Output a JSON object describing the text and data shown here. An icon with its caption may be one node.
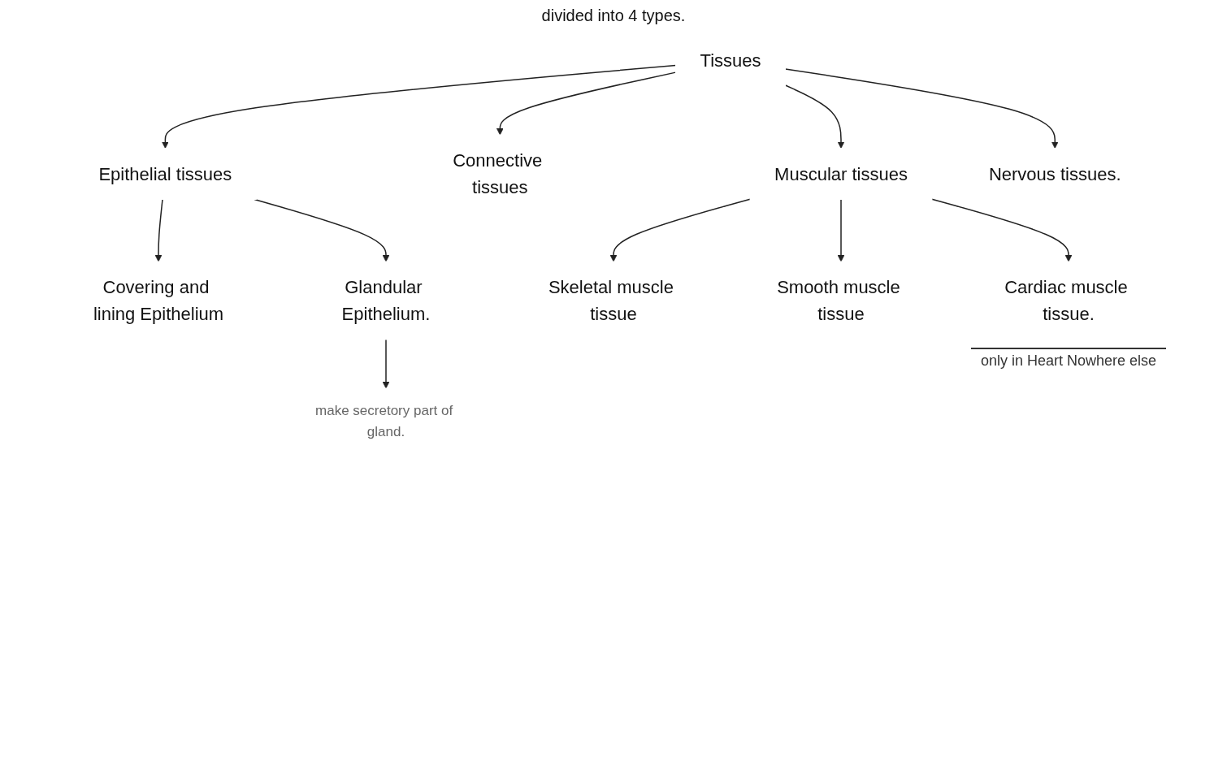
{
  "diagram": {
    "nodes": [
      {
        "text": [
          "Tissues"
        ]
      },
      {
        "text": [
          "Epithelial tissues"
        ]
      },
      {
        "text": [
          "Connective tissues"
        ]
      },
      {
        "text": [
          "Muscular tissues"
        ]
      },
      {
        "text": [
          "Nervous tissues."
        ]
      },
      {
        "text": [
          "Covering and lining Epithelium"
        ]
      },
      {
        "text": [
          "Glandular Epithelium."
        ]
      },
      {
        "text": [
          "make secretory part of gland."
        ]
      },
      {
        "text": [
          "Skeletal muscle tissue"
        ]
      },
      {
        "text": [
          "Smooth muscle tissue"
        ]
      },
      {
        "text": [
          "Cardiac muscle tissue."
        ],
        "beside": [
          "only in Heart Nowhere else"
        ]
      }
    ],
    "edges": [
      {
        "from": 0,
        "to": 1,
        "arrow": "to"
      },
      {
        "from": 0,
        "to": 2,
        "arrow": "to"
      },
      {
        "from": 0,
        "to": 3,
        "arrow": "to"
      },
      {
        "from": 0,
        "to": 4,
        "arrow": "to"
      },
      {
        "from": 1,
        "to": 5,
        "arrow": "to"
      },
      {
        "from": 1,
        "to": 6,
        "arrow": "to"
      },
      {
        "from": 6,
        "to": 7,
        "arrow": "to"
      },
      {
        "from": 3,
        "to": 8,
        "arrow": "to"
      },
      {
        "from": 3,
        "to": 9,
        "arrow": "to"
      },
      {
        "from": 3,
        "to": 10,
        "arrow": "to"
      }
    ],
    "labels": [
      "divided into 4 types."
    ]
  }
}
